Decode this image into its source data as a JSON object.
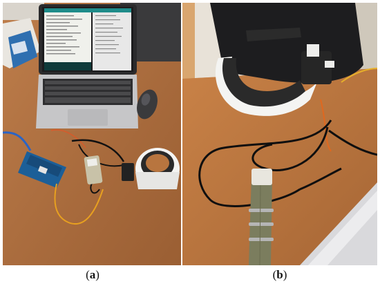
{
  "figure": {
    "panels": [
      {
        "id": "a",
        "label": "a"
      },
      {
        "id": "b",
        "label": "b"
      }
    ]
  },
  "colors": {
    "desk": "#b8753f",
    "desk_dark": "#9a5e30",
    "laptop": "#c9c9cb",
    "strap": "#7d7f60",
    "foam": "#2a2a2a",
    "shell": "#f4f4f2",
    "arduino": "#1f6aa5"
  }
}
